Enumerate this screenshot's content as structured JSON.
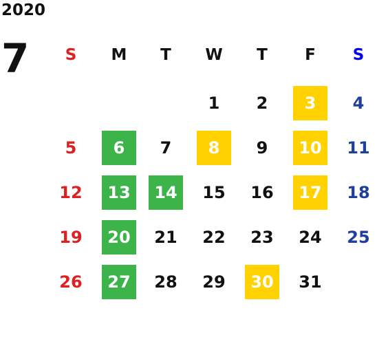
{
  "year": "2020",
  "month": "7",
  "weekdays": [
    "S",
    "M",
    "T",
    "W",
    "T",
    "F",
    "S"
  ],
  "colors": {
    "sunday": "#e02020",
    "saturday": "#1f3f9f",
    "saturday_header": "#0000ee",
    "weekday": "#111111",
    "green": "#3cb44a",
    "yellow": "#ffd200",
    "highlight_text": "#ffffff"
  },
  "weeks": [
    [
      null,
      null,
      null,
      {
        "day": "1"
      },
      {
        "day": "2"
      },
      {
        "day": "3",
        "mark": "yellow"
      },
      {
        "day": "4"
      }
    ],
    [
      {
        "day": "5"
      },
      {
        "day": "6",
        "mark": "green"
      },
      {
        "day": "7"
      },
      {
        "day": "8",
        "mark": "yellow"
      },
      {
        "day": "9"
      },
      {
        "day": "10",
        "mark": "yellow"
      },
      {
        "day": "11"
      }
    ],
    [
      {
        "day": "12"
      },
      {
        "day": "13",
        "mark": "green"
      },
      {
        "day": "14",
        "mark": "green"
      },
      {
        "day": "15"
      },
      {
        "day": "16"
      },
      {
        "day": "17",
        "mark": "yellow"
      },
      {
        "day": "18"
      }
    ],
    [
      {
        "day": "19"
      },
      {
        "day": "20",
        "mark": "green"
      },
      {
        "day": "21"
      },
      {
        "day": "22"
      },
      {
        "day": "23"
      },
      {
        "day": "24"
      },
      {
        "day": "25"
      }
    ],
    [
      {
        "day": "26"
      },
      {
        "day": "27",
        "mark": "green"
      },
      {
        "day": "28"
      },
      {
        "day": "29"
      },
      {
        "day": "30",
        "mark": "yellow"
      },
      {
        "day": "31"
      },
      null
    ]
  ]
}
